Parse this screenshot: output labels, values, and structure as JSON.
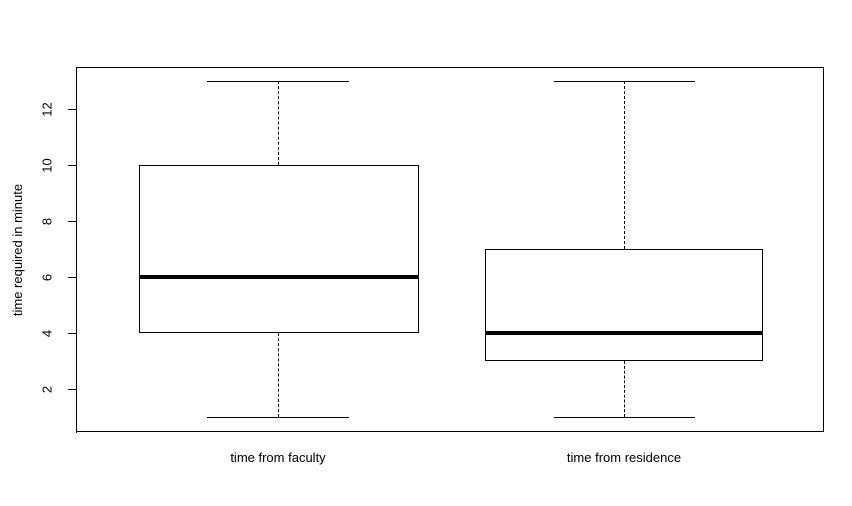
{
  "chart_data": {
    "type": "box",
    "title": "",
    "xlabel": "",
    "ylabel": "time required in minute",
    "ylim": [
      0.4,
      13.6
    ],
    "yticks": [
      2,
      4,
      6,
      8,
      10,
      12
    ],
    "ytick_labels": [
      "2",
      "4",
      "6",
      "8",
      "10",
      "12"
    ],
    "grid": false,
    "legend": "none",
    "categories": [
      "time from faculty",
      "time from residence"
    ],
    "boxes": [
      {
        "label": "time from faculty",
        "min": 1,
        "q1": 4,
        "median": 6,
        "q3": 10,
        "max": 13,
        "outliers": []
      },
      {
        "label": "time from residence",
        "min": 1,
        "q1": 3,
        "median": 4,
        "q3": 7,
        "max": 13,
        "outliers": []
      }
    ]
  },
  "axis": {
    "y_title": "time required in minute",
    "y_tick_labels": [
      "12",
      "10",
      "8",
      "6",
      "4",
      "2"
    ],
    "x_tick_labels": [
      "time from faculty",
      "time from residence"
    ]
  },
  "colors": {
    "foreground": "#000000",
    "background": "#ffffff"
  }
}
